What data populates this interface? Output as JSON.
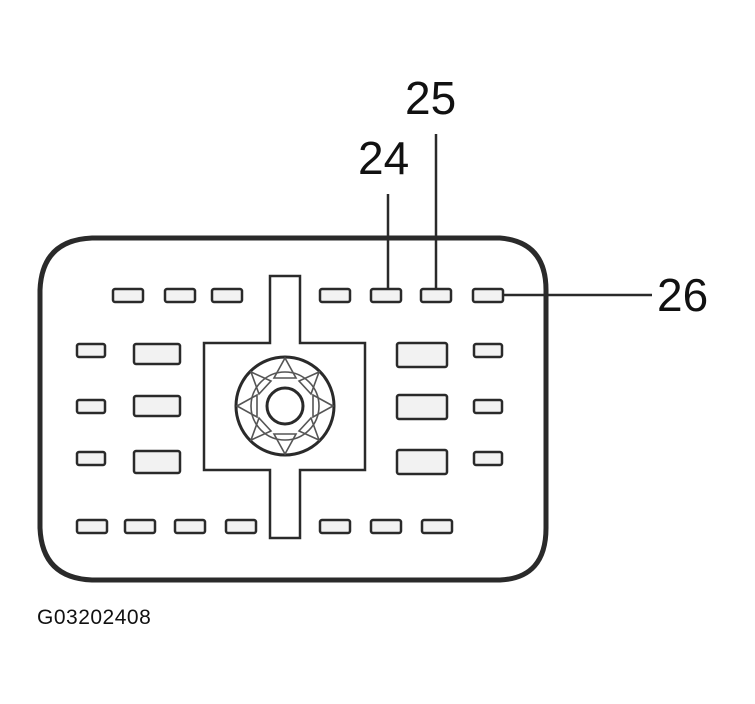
{
  "figure_id": "G03202408",
  "pin_labels": {
    "pin24": "24",
    "pin25": "25",
    "pin26": "26"
  },
  "colors": {
    "line": "#2a2a2a",
    "cavity_fill": "#f2f2f2",
    "background": "#ffffff"
  }
}
